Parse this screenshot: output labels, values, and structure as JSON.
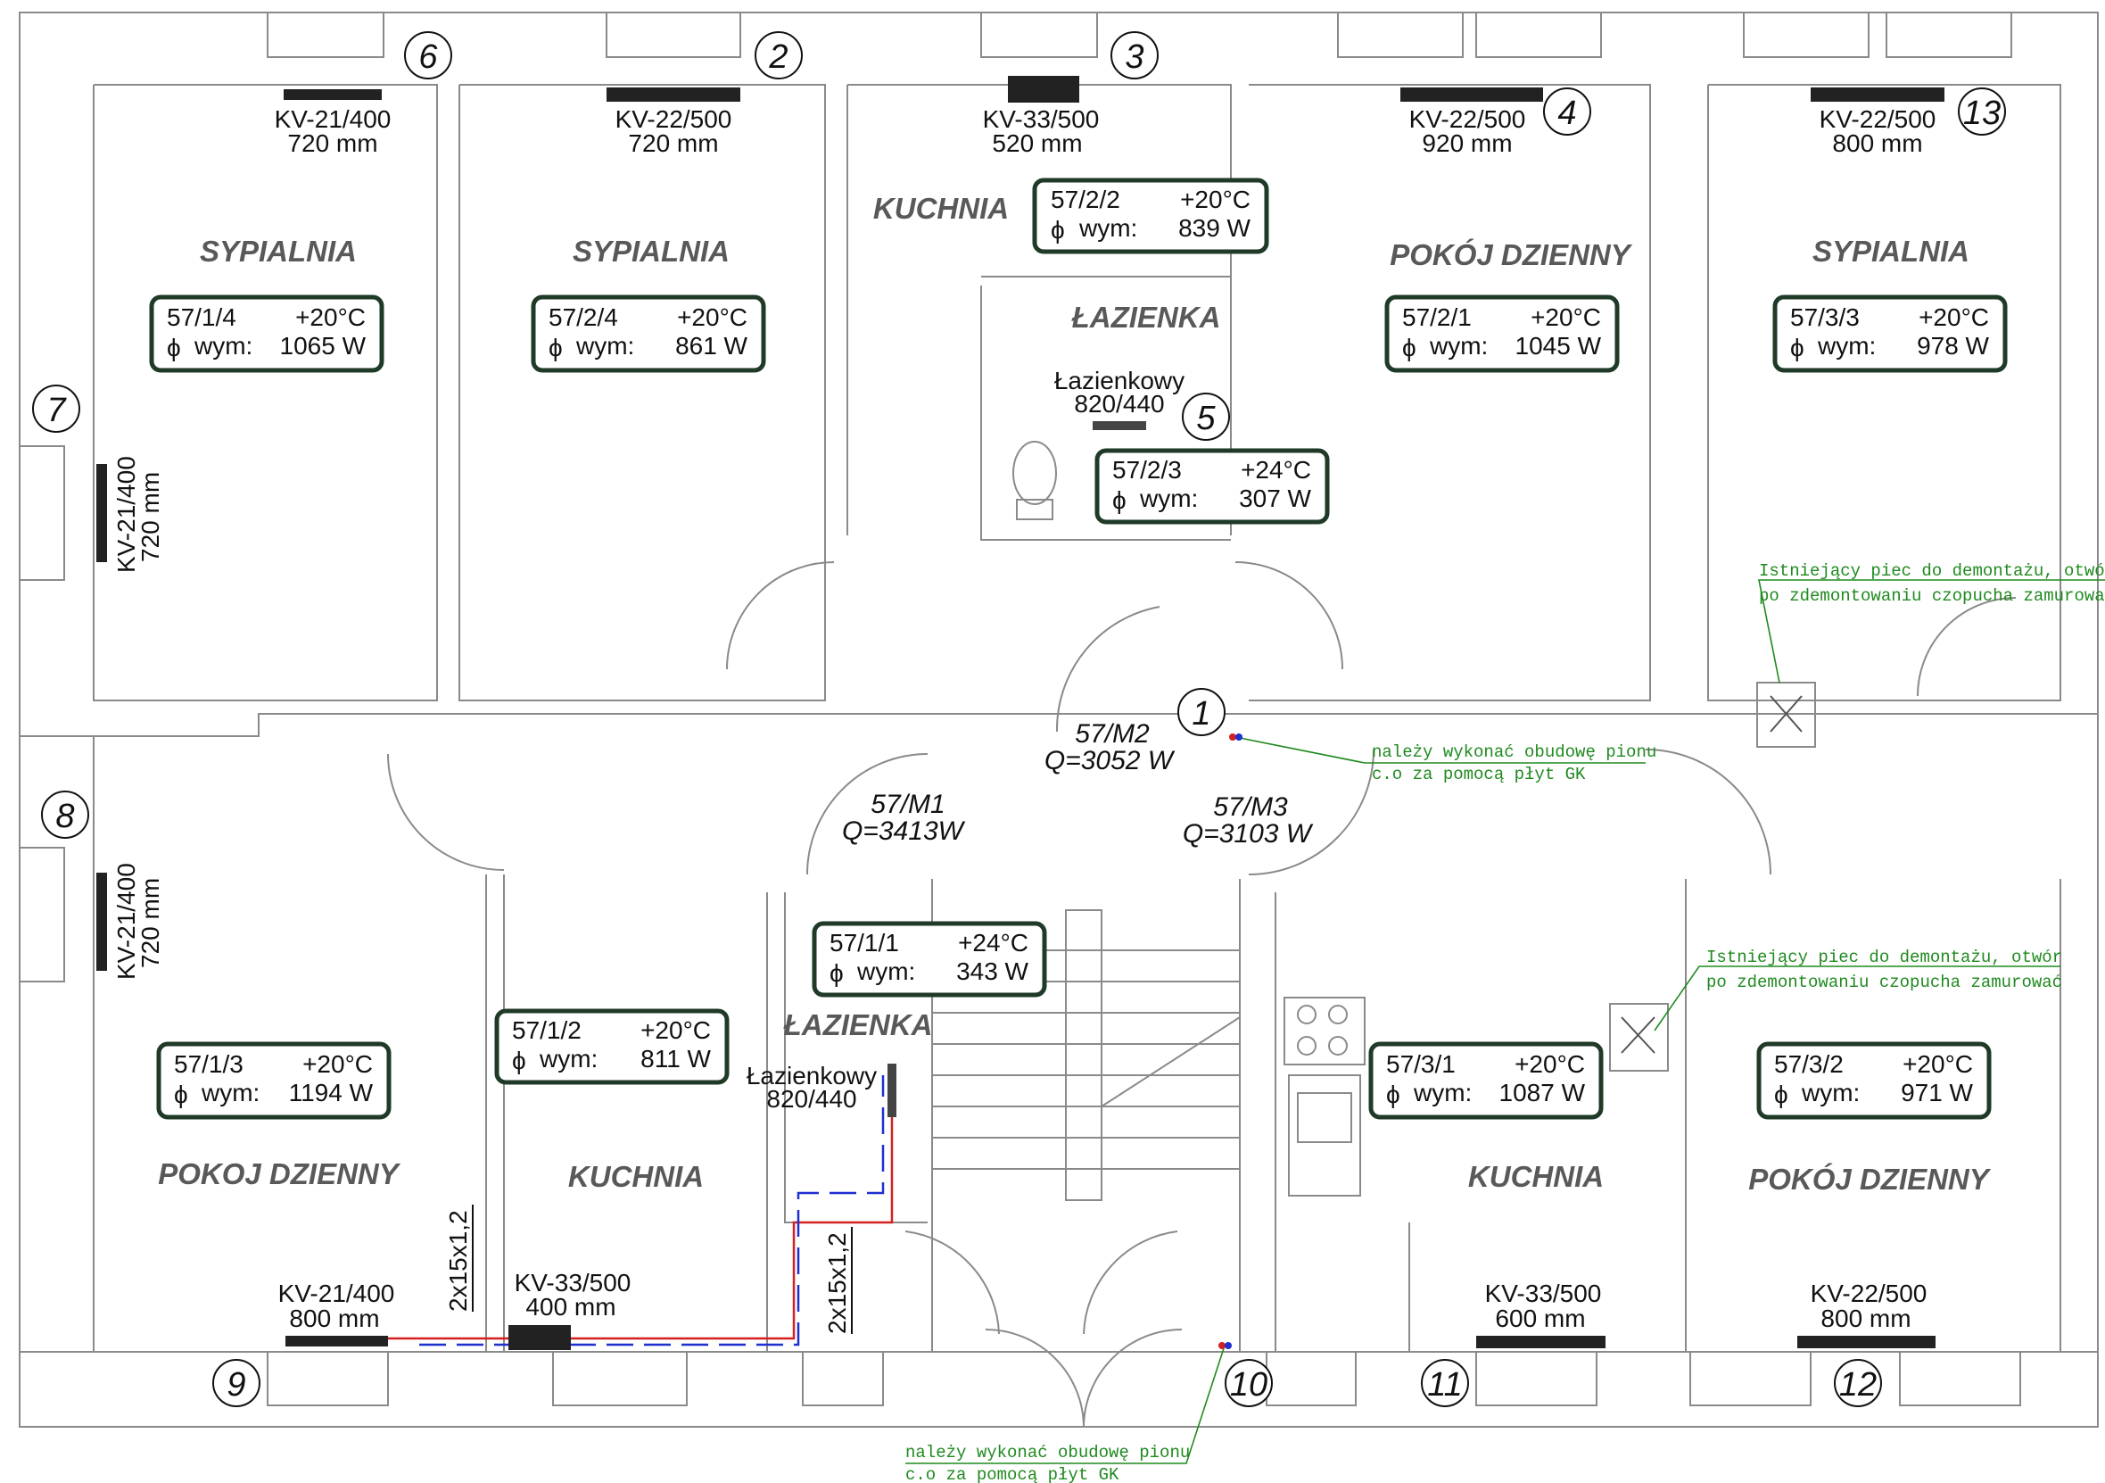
{
  "rooms": [
    {
      "id": "r1",
      "name": "SYPIALNIA"
    },
    {
      "id": "r2",
      "name": "SYPIALNIA"
    },
    {
      "id": "r3",
      "name": "KUCHNIA"
    },
    {
      "id": "r4",
      "name": "ŁAZIENKA"
    },
    {
      "id": "r5",
      "name": "POKÓJ DZIENNY"
    },
    {
      "id": "r6",
      "name": "SYPIALNIA"
    },
    {
      "id": "r7",
      "name": "POKOJ DZIENNY"
    },
    {
      "id": "r8",
      "name": "KUCHNIA"
    },
    {
      "id": "r9",
      "name": "ŁAZIENKA"
    },
    {
      "id": "r10",
      "name": "KUCHNIA"
    },
    {
      "id": "r11",
      "name": "POKÓJ DZIENNY"
    }
  ],
  "room_boxes": [
    {
      "code": "57/1/4",
      "temp": "+20°C",
      "phi": "ϕ",
      "label": "wym:",
      "power": "1065 W"
    },
    {
      "code": "57/2/4",
      "temp": "+20°C",
      "phi": "ϕ",
      "label": "wym:",
      "power": "861 W"
    },
    {
      "code": "57/2/2",
      "temp": "+20°C",
      "phi": "ϕ",
      "label": "wym:",
      "power": "839 W"
    },
    {
      "code": "57/2/1",
      "temp": "+20°C",
      "phi": "ϕ",
      "label": "wym:",
      "power": "1045 W"
    },
    {
      "code": "57/3/3",
      "temp": "+20°C",
      "phi": "ϕ",
      "label": "wym:",
      "power": "978 W"
    },
    {
      "code": "57/2/3",
      "temp": "+24°C",
      "phi": "ϕ",
      "label": "wym:",
      "power": "307 W"
    },
    {
      "code": "57/1/1",
      "temp": "+24°C",
      "phi": "ϕ",
      "label": "wym:",
      "power": "343 W"
    },
    {
      "code": "57/1/3",
      "temp": "+20°C",
      "phi": "ϕ",
      "label": "wym:",
      "power": "1194 W"
    },
    {
      "code": "57/1/2",
      "temp": "+20°C",
      "phi": "ϕ",
      "label": "wym:",
      "power": "811 W"
    },
    {
      "code": "57/3/1",
      "temp": "+20°C",
      "phi": "ϕ",
      "label": "wym:",
      "power": "1087 W"
    },
    {
      "code": "57/3/2",
      "temp": "+20°C",
      "phi": "ϕ",
      "label": "wym:",
      "power": "971 W"
    }
  ],
  "radiators": [
    {
      "model": "KV-21/400",
      "length": "720 mm"
    },
    {
      "model": "KV-22/500",
      "length": "720 mm"
    },
    {
      "model": "KV-33/500",
      "length": "520 mm"
    },
    {
      "model": "KV-22/500",
      "length": "920 mm"
    },
    {
      "model": "KV-22/500",
      "length": "800 mm"
    },
    {
      "model": "Łazienkowy",
      "length": "820/440"
    },
    {
      "model": "KV-21/400",
      "length": "720 mm"
    },
    {
      "model": "KV-21/400",
      "length": "720 mm"
    },
    {
      "model": "Łazienkowy",
      "length": "820/440"
    },
    {
      "model": "KV-21/400",
      "length": "800 mm"
    },
    {
      "model": "KV-33/500",
      "length": "400 mm"
    },
    {
      "model": "KV-33/500",
      "length": "600 mm"
    },
    {
      "model": "KV-22/500",
      "length": "800 mm"
    }
  ],
  "markers": [
    "6",
    "2",
    "3",
    "4",
    "13",
    "5",
    "7",
    "8",
    "1",
    "9",
    "10",
    "11",
    "12"
  ],
  "flats": [
    {
      "name": "57/M2",
      "load": "Q=3052 W"
    },
    {
      "name": "57/M1",
      "load": "Q=3413W"
    },
    {
      "name": "57/M3",
      "load": "Q=3103 W"
    }
  ],
  "pipe_labels": [
    "2x15x1,2",
    "2x15x1,2"
  ],
  "notes": {
    "stove1_line1": "Istniejący piec do demontażu, otwór",
    "stove1_line2": "po zdemontowaniu czopucha zamurować",
    "stove2_line1": "Istniejący piec do demontażu, otwór",
    "stove2_line2": "po zdemontowaniu czopucha zamurować",
    "riser1_line1": "należy wykonać obudowę pionu",
    "riser1_line2": "c.o za pomocą płyt GK",
    "riser2_line1": "należy wykonać obudowę pionu",
    "riser2_line2": "c.o za pomocą płyt GK"
  },
  "colors": {
    "box_border": "#1f3a27",
    "note_green": "#1f8a1f",
    "supply": "#d42020",
    "return": "#1f2fd0",
    "wall": "#8a8a8a"
  }
}
